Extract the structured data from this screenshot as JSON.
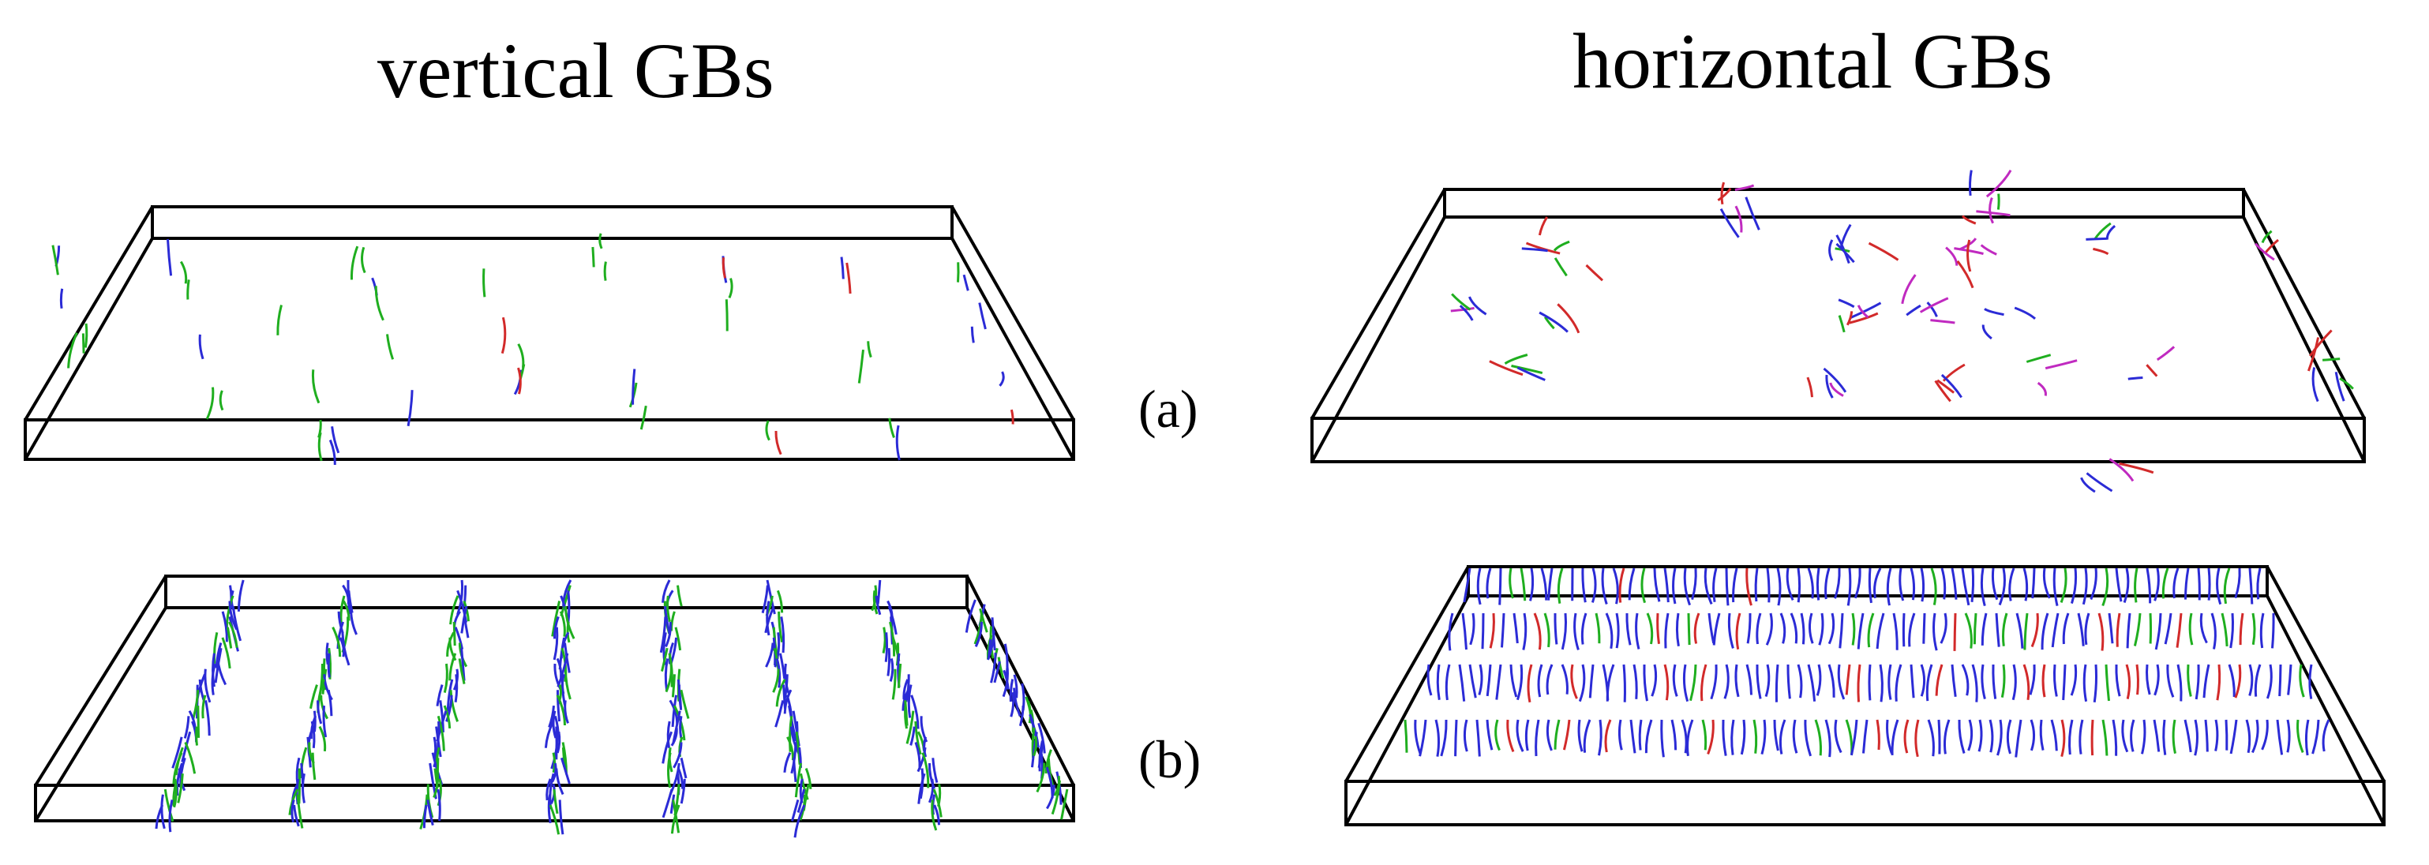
{
  "figure": {
    "columns": [
      {
        "title": "vertical GBs"
      },
      {
        "title": "horizontal GBs"
      }
    ],
    "rows": [
      {
        "label": "(a)"
      },
      {
        "label": "(b)"
      }
    ],
    "colors": {
      "box_edge": "#000000",
      "dislocation_blue": "#2b2bd6",
      "dislocation_green": "#1fae1f",
      "dislocation_red": "#d22a2a",
      "dislocation_magenta": "#c02ac0"
    }
  }
}
